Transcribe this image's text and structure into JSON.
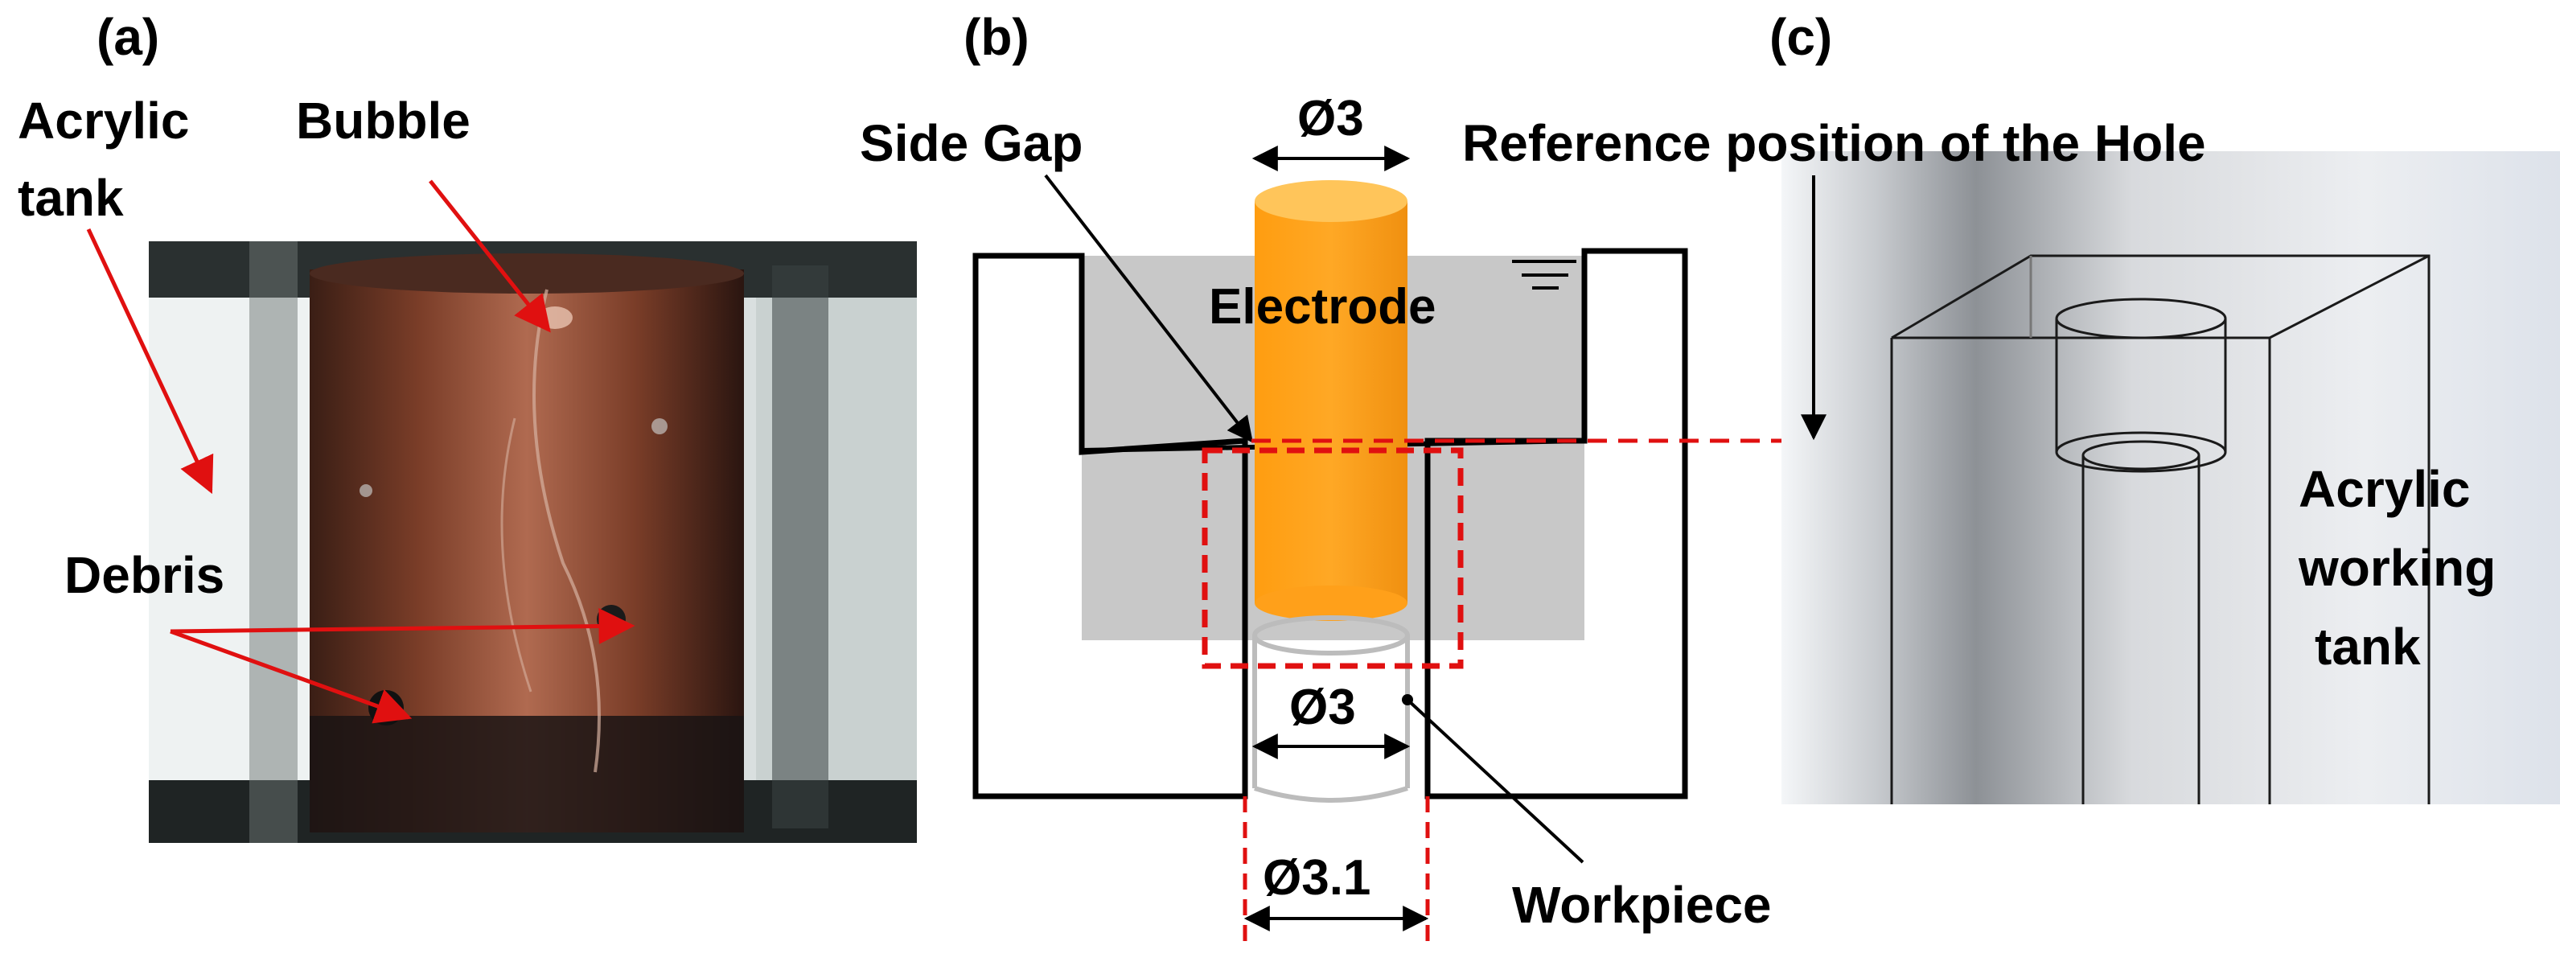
{
  "panel_a": {
    "label": "(a)",
    "acrylic_tank_line1": "Acrylic",
    "acrylic_tank_line2": "tank",
    "bubble": "Bubble",
    "debris": "Debris"
  },
  "panel_b": {
    "label": "(b)",
    "side_gap": "Side Gap",
    "dia_top": "Ø3",
    "electrode": "Electrode",
    "dia_hole": "Ø3",
    "dia_bottom": "Ø3.1",
    "workpiece": "Workpiece"
  },
  "panel_c": {
    "label": "(c)",
    "reference": "Reference position of the Hole",
    "tank_line1": "Acrylic",
    "tank_line2": "working",
    "tank_line3": "tank"
  },
  "colors": {
    "annotation_arrow": "#e01010",
    "electrode": "#ffa01a",
    "electrode_top": "#ffc55a",
    "fluid": "#c8c8c8",
    "reference_dash": "#e01010",
    "copper": "#8a4a35"
  }
}
